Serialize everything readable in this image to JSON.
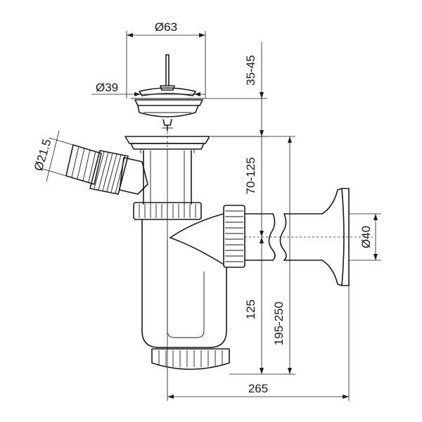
{
  "diagram": {
    "labels": {
      "d63": "Ø63",
      "d39": "Ø39",
      "h35_45": "35-45",
      "d21_5": "Ø21.5",
      "h70_125": "70-125",
      "d40": "Ø40",
      "h125": "125",
      "h195_250": "195-250",
      "w265": "265"
    },
    "colors": {
      "line": "#1a1a1a",
      "background": "#ffffff"
    }
  }
}
